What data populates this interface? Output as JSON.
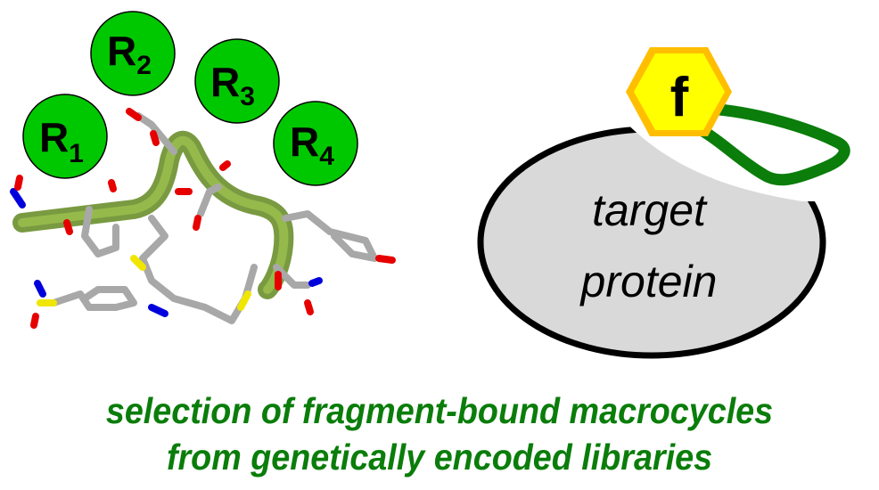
{
  "residues": [
    {
      "label": "R",
      "sub": "1"
    },
    {
      "label": "R",
      "sub": "2"
    },
    {
      "label": "R",
      "sub": "3"
    },
    {
      "label": "R",
      "sub": "4"
    }
  ],
  "fragment": {
    "label": "f"
  },
  "protein": {
    "line1": "target",
    "line2": "protein"
  },
  "caption": {
    "line1": "selection of fragment-bound macrocycles",
    "line2": "from genetically encoded libraries"
  },
  "colors": {
    "residue_fill": "#00c800",
    "fragment_fill": "#ffff00",
    "fragment_border": "#ffbe00",
    "loop": "#0a7d0a",
    "protein_fill": "#d9d9d9",
    "caption": "#0a7d0a",
    "backbone": "#7aa33a",
    "carbon": "#b4b4b4",
    "oxygen": "#e60000",
    "nitrogen": "#0000dc",
    "sulfur": "#f0e600"
  }
}
